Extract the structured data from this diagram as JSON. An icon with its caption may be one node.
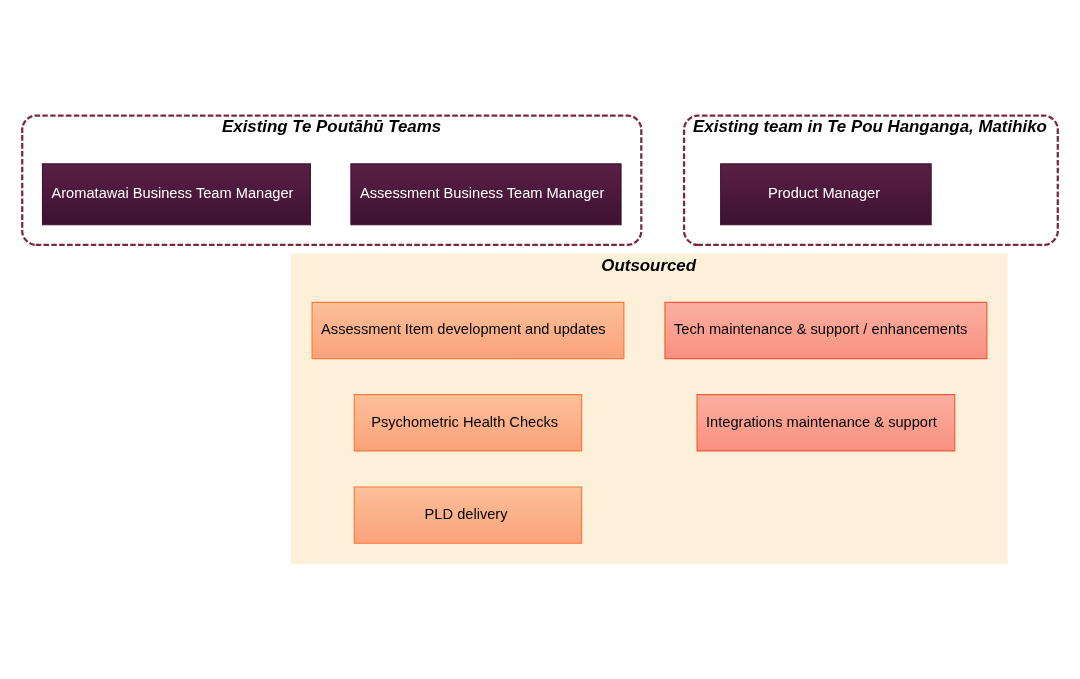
{
  "diagram": {
    "nodes": [
      {
        "text": [
          "Existing Te Poutāhū Teams"
        ]
      },
      {
        "text": [
          "Assessment Business Team Manager"
        ],
        "in": 0
      },
      {
        "text": [
          "Aromatawai Business Team Manager"
        ],
        "in": 0
      },
      {
        "text": [
          "Existing team in Te Pou Hanganga, Matihiko"
        ]
      },
      {
        "text": [
          "Product Manager"
        ],
        "in": 3
      },
      {
        "text": [
          "Outsourced"
        ]
      },
      {
        "text": [
          "Assessment Item development and updates"
        ],
        "in": 5
      },
      {
        "text": [
          "Psychometric Health Checks"
        ],
        "in": 5
      },
      {
        "text": [
          "PLD delivery"
        ],
        "in": 5
      },
      {
        "text": [
          "Tech maintenance & support / enhancements"
        ],
        "in": 5
      },
      {
        "text": [
          "Integrations maintenance & support"
        ],
        "in": 5
      }
    ],
    "edges": []
  }
}
